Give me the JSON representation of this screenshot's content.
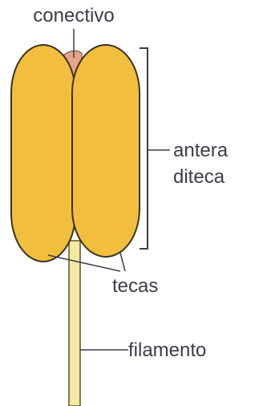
{
  "labels": {
    "conectivo": "conectivo",
    "antera_line1": "antera",
    "antera_line2": "diteca",
    "tecas": "tecas",
    "filamento": "filamento"
  },
  "colors": {
    "theca_fill": "#f2be3e",
    "theca_stroke": "#3c3222",
    "connective": "#e8a488",
    "filament_fill": "#f4e9a0",
    "filament_stroke": "#5a5030",
    "line": "#3a3d4a",
    "text": "#3a3d4a"
  }
}
